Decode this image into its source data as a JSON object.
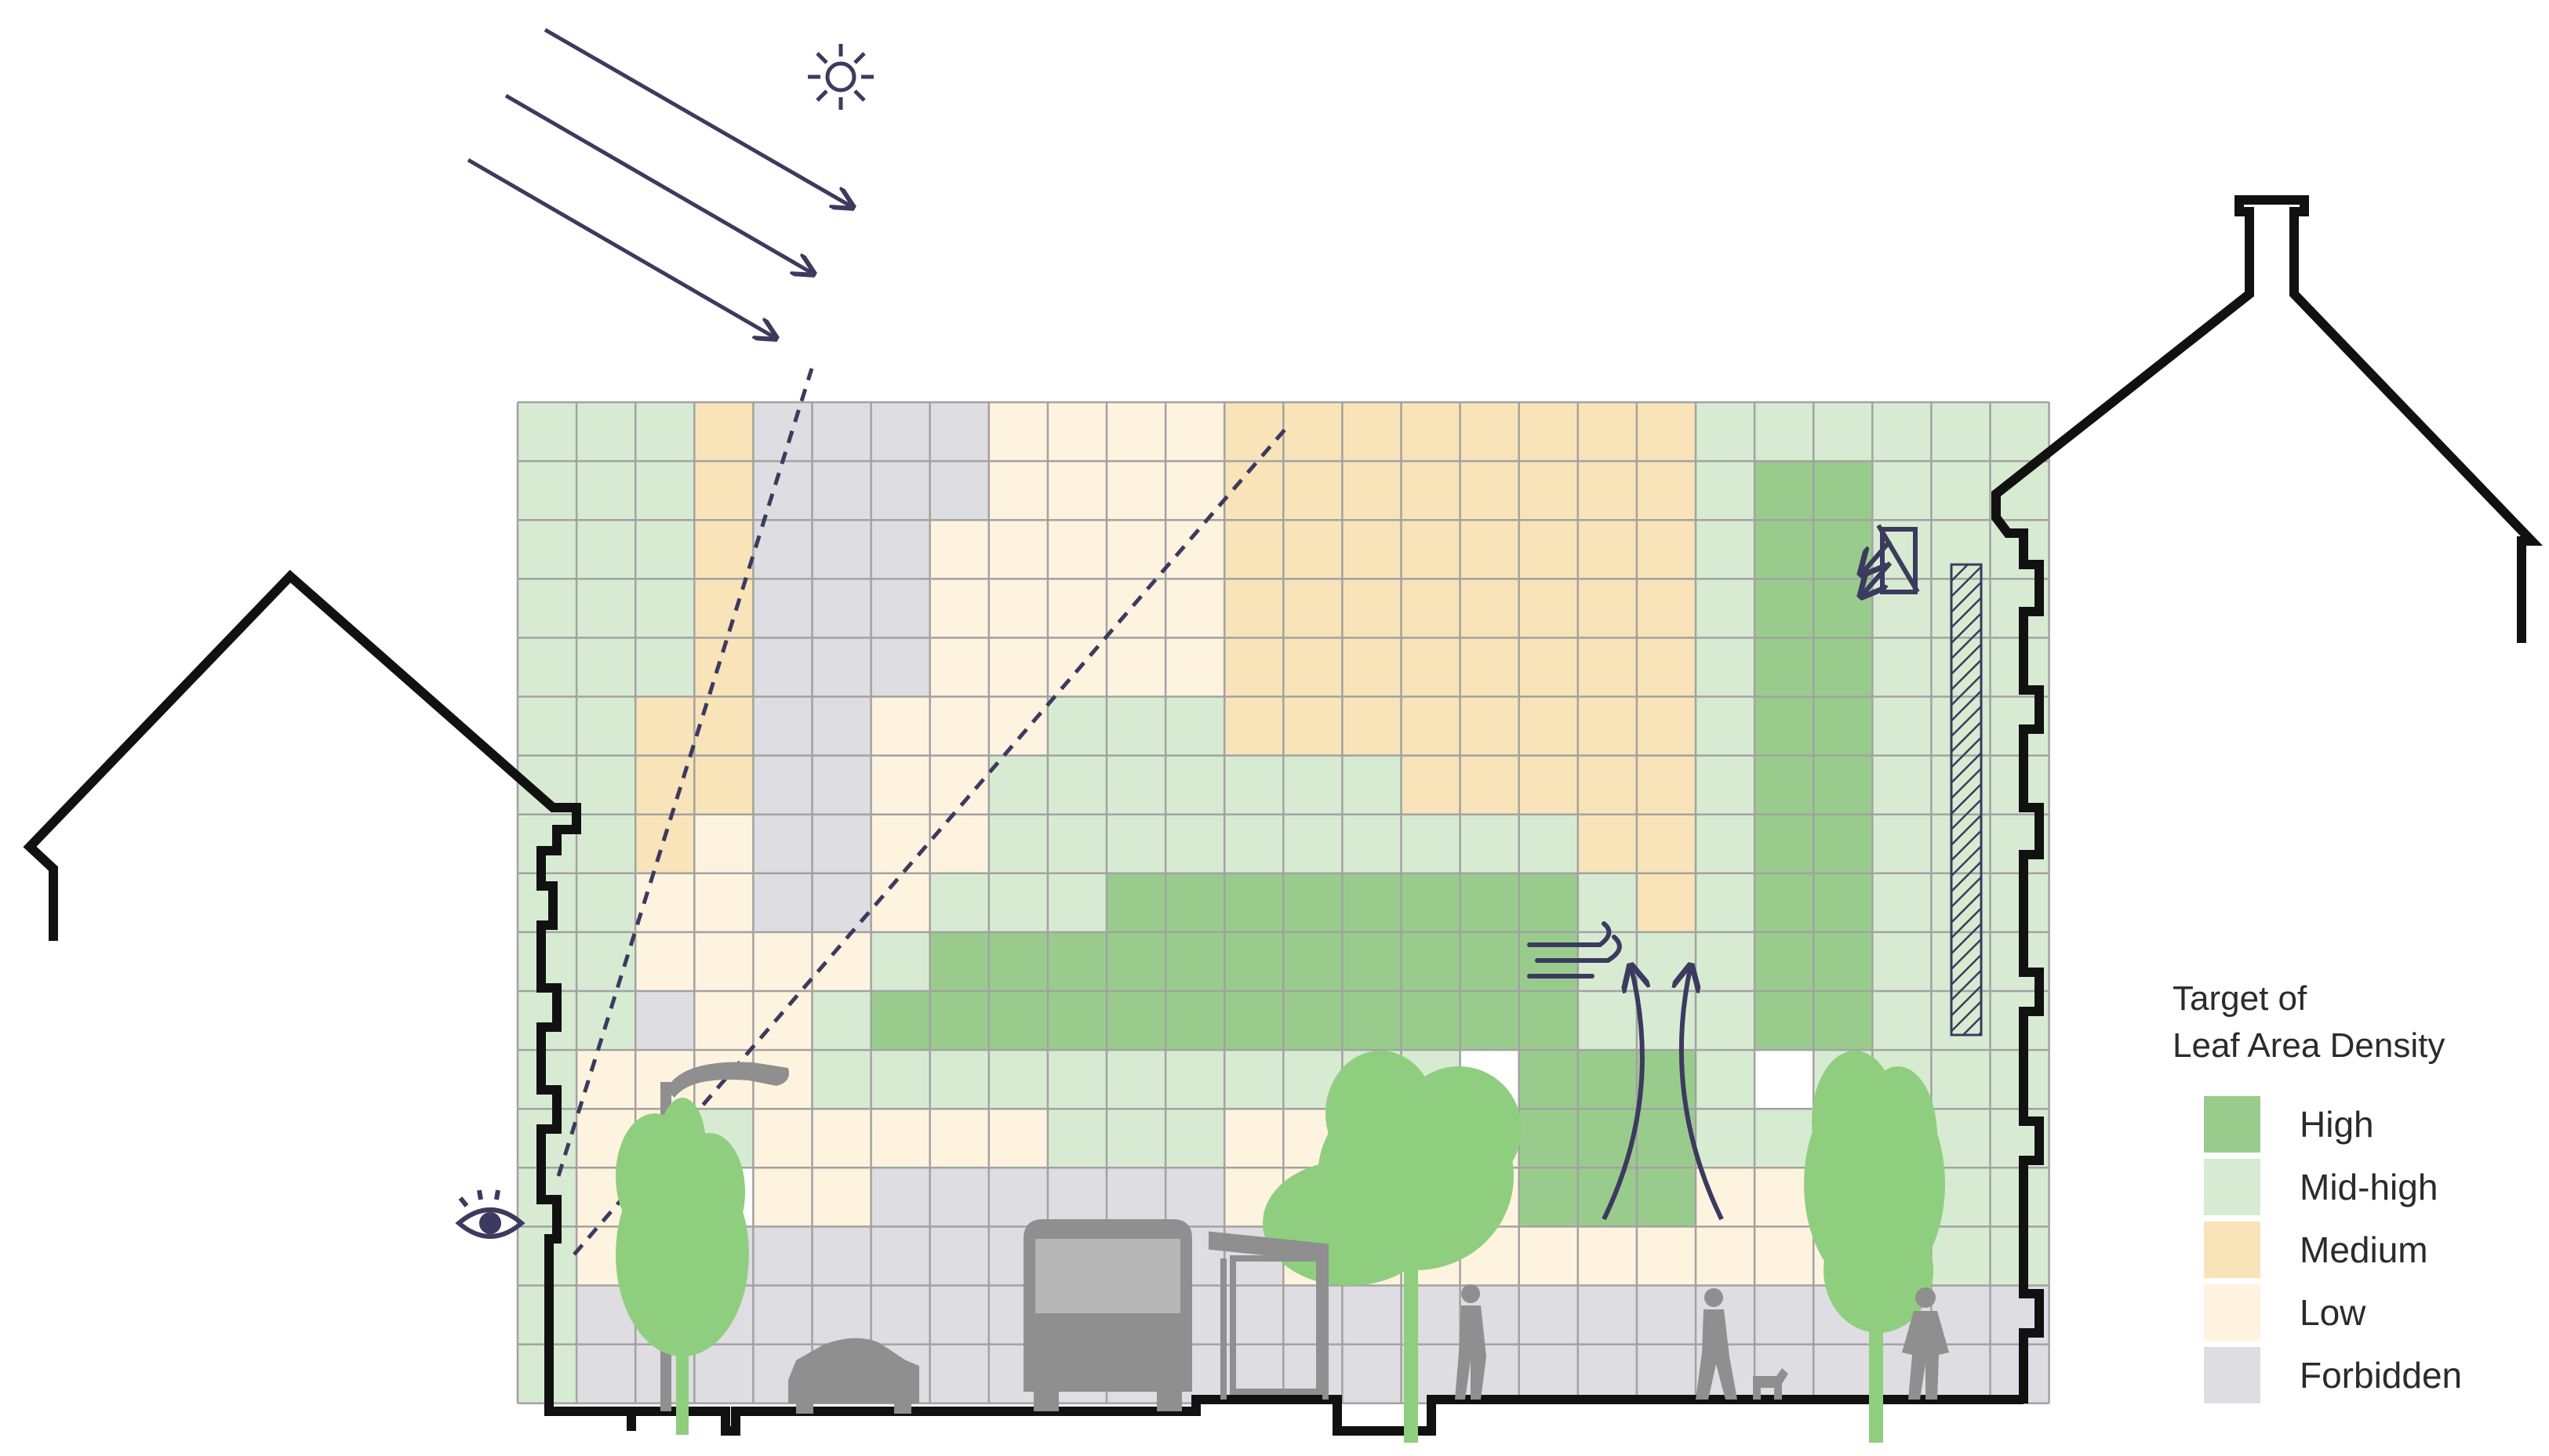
{
  "legend": {
    "title_line1": "Target of",
    "title_line2": "Leaf Area Density",
    "items": [
      {
        "label": "High",
        "color": "#99cc8c",
        "level": "high"
      },
      {
        "label": "Mid-high",
        "color": "#d7ebd2",
        "level": "midhigh"
      },
      {
        "label": "Medium",
        "color": "#f9e3b8",
        "level": "medium"
      },
      {
        "label": "Low",
        "color": "#fdf3df",
        "level": "low"
      },
      {
        "label": "Forbidden",
        "color": "#dedde1",
        "level": "forbidden"
      }
    ]
  },
  "colors": {
    "outline": "#111111",
    "accent": "#3c3a5e",
    "grid_line": "#a2a2a2",
    "tree": "#8fce7e",
    "silhouette": "#8f8f8f",
    "empty_cell": "#ffffff"
  },
  "grid": {
    "columns": 26,
    "rows": 17,
    "legend_codes": {
      "H": "high",
      "M": "midhigh",
      "D": "medium",
      "L": "low",
      "F": "forbidden",
      "W": "empty"
    },
    "cells": [
      "MMMDFFFFLLLLDDDDDDDDMMMMMM",
      "MMMDFFFFLLLLDDDDDDDDMHHMMM",
      "MMMDFFFLLLLLDDDDDDDDMHHMMM",
      "MMMDFFFLLLLLDDDDDDDDMHHMMM",
      "MMMDFFFLLLLLDDDDDDDDMHHMMM",
      "MMDDFFLLLMMMDDDDDDDDMHHMMM",
      "MMDDFFLLMMMMMMMDDDDDMHHMMM",
      "MMDLFFLLMMMMMMMMMMDDMHHMMM",
      "MMLLFFLMMMHHHHHHHHMDMHHMMM",
      "MMLLLLMHHHHHHHHHHHMMMHHMMM",
      "MMFLLMHHHHHHHHHHHHMMMHHMMM",
      "MLLLLMMMMMMMMMMMWHHHMWMMMM",
      "MLLMLLLLLMMMLLLLLHHHMMLMMM",
      "MLLWLLFFFFFFLLLLLHHHLLLLMM",
      "MLLFFFFFFFFFFLLLLLLLLLLLMM",
      "MFFFFFFFFFFFFFFFFFFFFFFFFF",
      "MFFFFFFFFFFFFFFFFFFFFFFFFF"
    ]
  }
}
